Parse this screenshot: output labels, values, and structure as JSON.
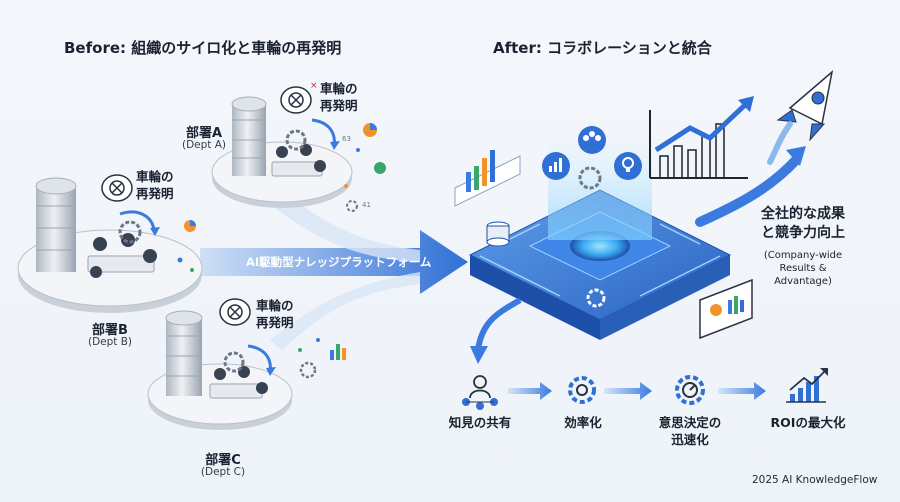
{
  "headings": {
    "before": "Before: 組織のサイロ化と車輪の再発明",
    "after": "After: コラボレーションと統合"
  },
  "departments": [
    {
      "name": "部署A",
      "sub": "(Dept A)",
      "bubble_l1": "車輪の",
      "bubble_l2": "再発明"
    },
    {
      "name": "部署B",
      "sub": "(Dept B)",
      "bubble_l1": "車輪の",
      "bubble_l2": "再発明"
    },
    {
      "name": "部署C",
      "sub": "(Dept C)",
      "bubble_l1": "車輪の",
      "bubble_l2": "再発明"
    }
  ],
  "platform_label": "AI駆動型ナレッジプラットフォーム",
  "result": {
    "line1": "全社的な成果",
    "line2": "と競争力向上",
    "sub1": "(Company-wide",
    "sub2": "Results &",
    "sub3": "Advantage)"
  },
  "steps": [
    {
      "l1": "知見の共有",
      "l2": "",
      "icon": "people-network-icon"
    },
    {
      "l1": "効率化",
      "l2": "",
      "icon": "gear-icon"
    },
    {
      "l1": "意思決定の",
      "l2": "迅速化",
      "icon": "speedometer-gear-icon"
    },
    {
      "l1": "ROIの最大化",
      "l2": "",
      "icon": "bar-chart-up-icon"
    }
  ],
  "decor_numbers": {
    "a": "63",
    "b": "41"
  },
  "credit": "2025 AI KnowledgeFlow",
  "colors": {
    "accent": "#2f6fd6",
    "dark_accent": "#1d4fa8",
    "light_accent": "#8db8ec",
    "orange": "#f0932b",
    "green": "#3aa66a"
  }
}
